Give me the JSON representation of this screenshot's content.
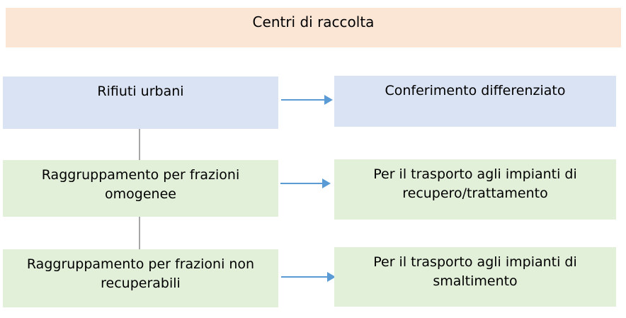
{
  "header": {
    "title": "Centri di raccolta"
  },
  "flow": {
    "rows": [
      {
        "source": "Rifiuti urbani",
        "target": "Conferimento differenziato"
      },
      {
        "source": "Raggruppamento per frazioni omogenee",
        "target": "Per il trasporto agli impianti di recupero/trattamento"
      },
      {
        "source": "Raggruppamento per frazioni non recuperabili",
        "target": "Per il trasporto agli impianti di smaltimento"
      }
    ]
  },
  "colors": {
    "banner": "#FBE5D5",
    "blue": "#DAE3F3",
    "green": "#E2EFD9",
    "arrow": "#5B9BD5",
    "connector": "#A6A6A6",
    "text": "#000000",
    "background": "#FFFFFF"
  }
}
